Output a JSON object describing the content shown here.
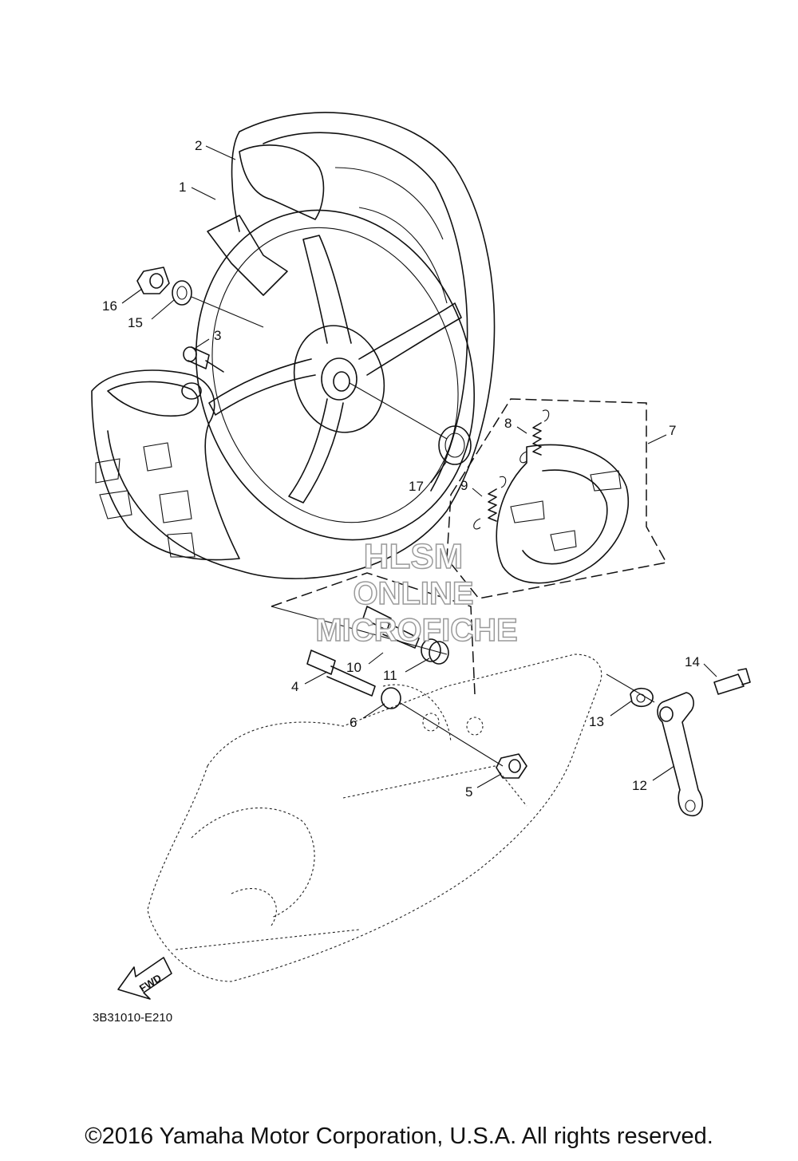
{
  "diagram_code": "3B31010-E210",
  "fwd_label": "FWD",
  "copyright": "©2016 Yamaha Motor Corporation, U.S.A. All rights reserved.",
  "watermark": [
    "HLSM",
    "ONLINE",
    "MICROFICHE"
  ],
  "callouts": [
    "1",
    "2",
    "3",
    "4",
    "5",
    "6",
    "7",
    "8",
    "9",
    "10",
    "11",
    "12",
    "13",
    "14",
    "15",
    "16",
    "17"
  ]
}
